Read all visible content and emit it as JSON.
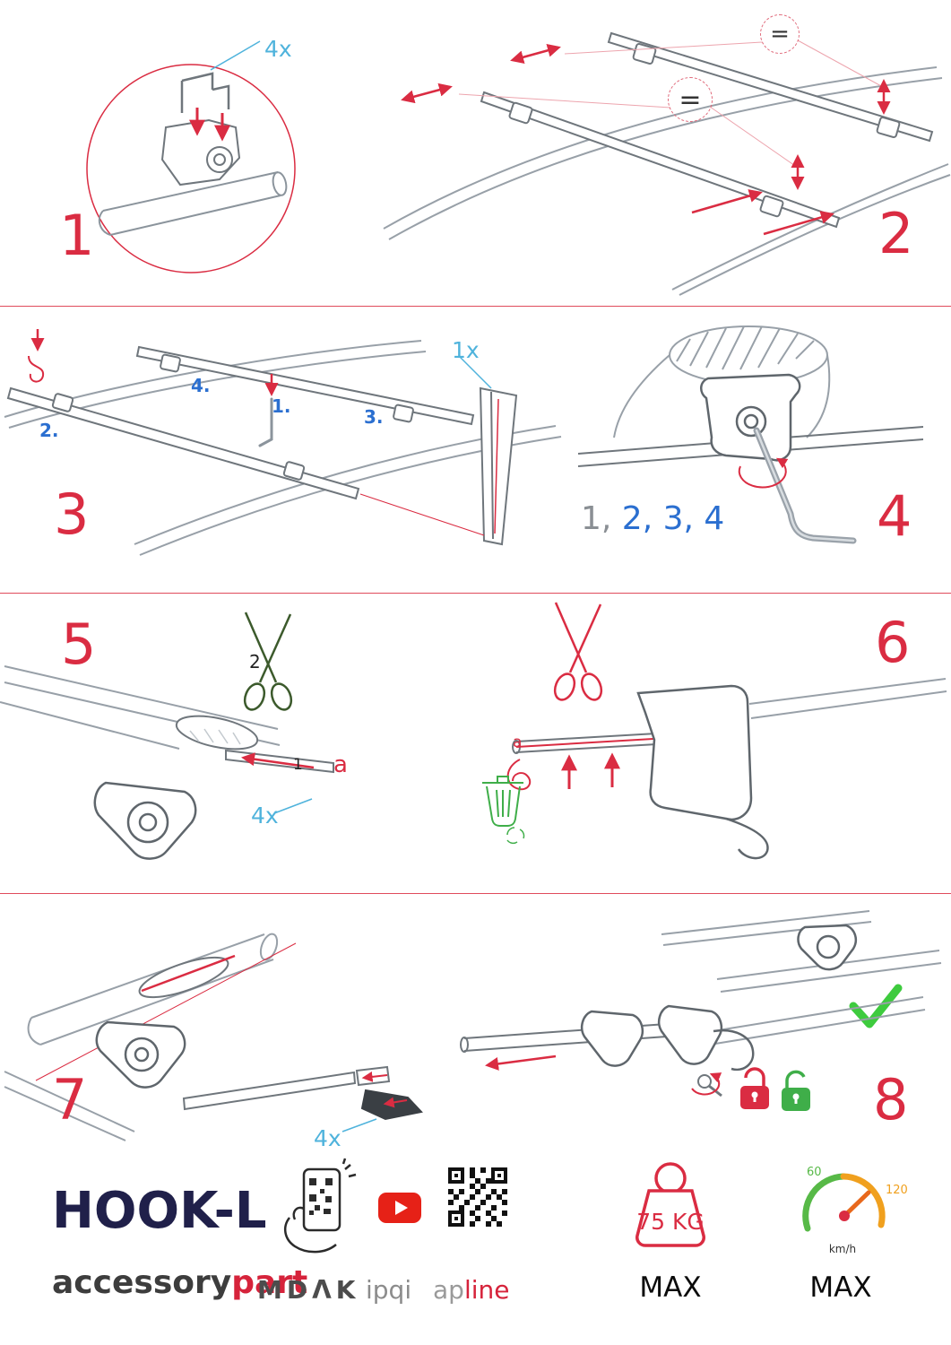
{
  "colors": {
    "red": "#da2c42",
    "light_blue": "#4fb3dc",
    "step_blue": "#2b6fd0",
    "green": "#3fae49",
    "navy": "#20204a"
  },
  "step1": {
    "number": "1",
    "qty": "4x"
  },
  "step2": {
    "number": "2",
    "equal1": "=",
    "equal2": "="
  },
  "step3": {
    "number": "3",
    "qty": "1x",
    "label1": "1.",
    "label2": "2.",
    "label3": "3.",
    "label4": "4."
  },
  "step4": {
    "number": "4",
    "seq_first": "1,",
    "seq_rest": " 2, 3, 4"
  },
  "step5": {
    "number": "5",
    "qty": "4x",
    "label_a": "a",
    "label_1": "1",
    "label_2": "2"
  },
  "step6": {
    "number": "6",
    "label_a": "a"
  },
  "step7": {
    "number": "7",
    "qty": "4x"
  },
  "step8": {
    "number": "8"
  },
  "footer": {
    "product": "HOOK-L",
    "brand_gray": "accessory",
    "brand_red": "part",
    "logo_mdak": "MDΛK",
    "logo_ipqi": "ipqi",
    "logo_ap": "ap",
    "logo_line": "line",
    "weight_value": "75 KG",
    "weight_max": "MAX",
    "speed_low": "60",
    "speed_high": "120",
    "speed_unit": "km/h",
    "speed_max": "MAX"
  }
}
